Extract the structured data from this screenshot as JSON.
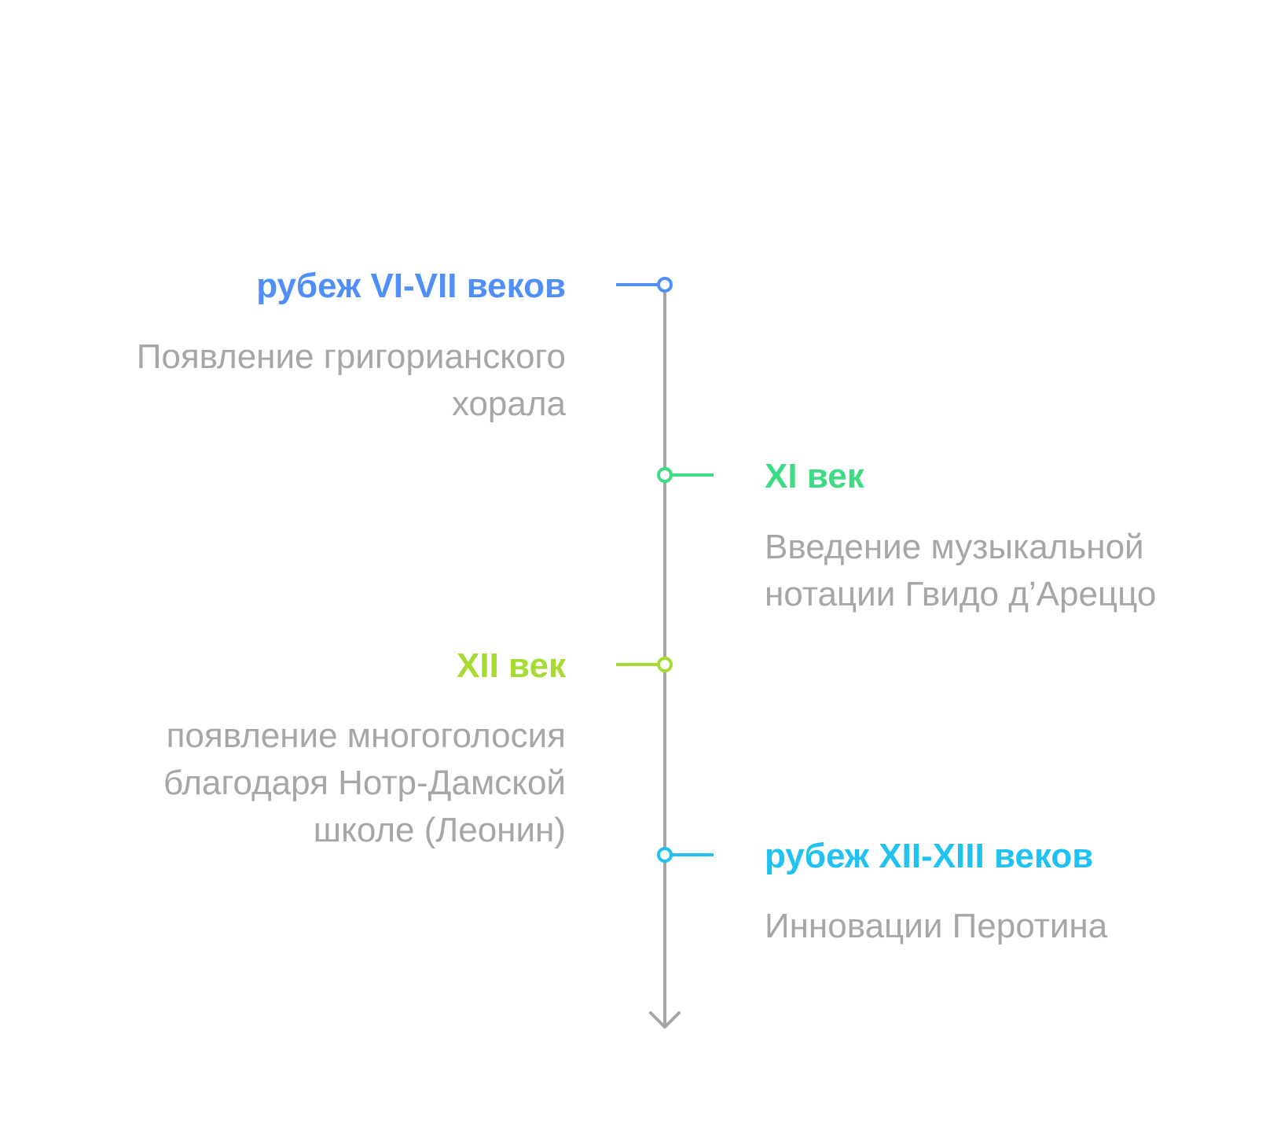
{
  "timeline": {
    "axis_color": "#a6a6a6",
    "events": [
      {
        "title": "рубеж VI-VII веков",
        "description": "Появление григорианского\nхорала",
        "color": "#4f8ff7",
        "side": "left"
      },
      {
        "title": "XI век",
        "description": "Введение музыкальной\nнотации Гвидо д’Ареццо",
        "color": "#3ddc84",
        "side": "right"
      },
      {
        "title": "XII век",
        "description": "появление многоголосия\nблагодаря Нотр-Дамской\nшколе (Леонин)",
        "color": "#a6dc31",
        "side": "left"
      },
      {
        "title": "рубеж XII-XIII веков",
        "description": "Инновации Перотина",
        "color": "#1fc2f2",
        "side": "right"
      }
    ]
  }
}
